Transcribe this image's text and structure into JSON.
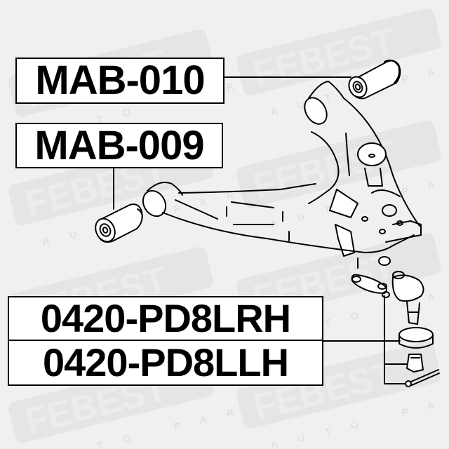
{
  "watermark": {
    "brand": "FEBEST",
    "tagline": "AUTO PARTS",
    "color": "#e2e2e2"
  },
  "labels": {
    "mab010": "MAB-010",
    "mab009": "MAB-009",
    "ball_joint_rh": "0420-PD8LRH",
    "ball_joint_lh": "0420-PD8LLH"
  },
  "colors": {
    "background": "#f0f0f0",
    "line": "#000000",
    "label_bg": "#ffffff"
  }
}
